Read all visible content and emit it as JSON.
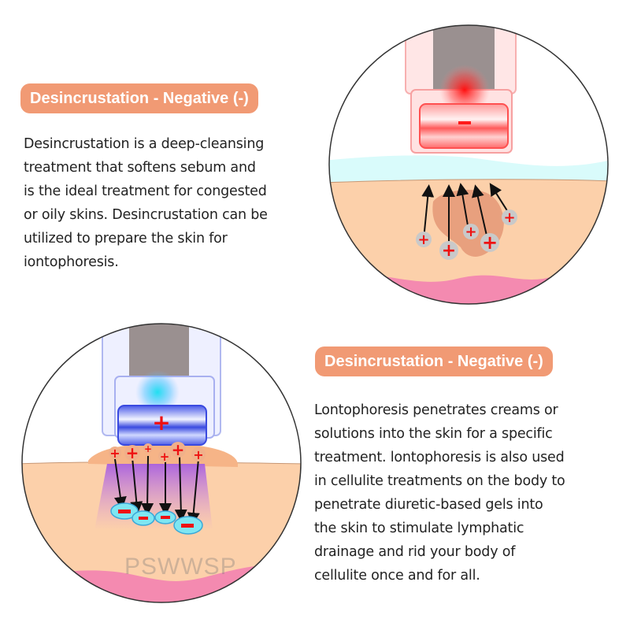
{
  "section1": {
    "title": "Desincrustation - Negative (-)",
    "lines": [
      "Desincrustation is a deep-cleansing",
      "treatment that softens sebum and",
      "is the ideal treatment for congested",
      "or oily skins. Desincrustation can be",
      "utilized to prepare the skin for",
      "iontophoresis."
    ],
    "illustration": {
      "device_light": "red",
      "roller_symbol": "−",
      "particle_symbol": "+",
      "colors": {
        "light": "#ff2a2a",
        "skin": "#fcd0aa",
        "gel": "#d9fbfb",
        "dermis": "#f48ab0",
        "pore": "#e8a07e"
      }
    }
  },
  "section2": {
    "title": "Desincrustation - Negative (-)",
    "lines": [
      "Lontophoresis penetrates creams or",
      "solutions into the skin for a specific",
      "treatment. lontophoresis is also used",
      "in cellulite treatments on the body to",
      "penetrate diuretic-based gels into",
      "the skin to stimulate lymphatic",
      "drainage and rid your body of",
      "cellulite once and for all."
    ],
    "illustration": {
      "device_light": "blue",
      "roller_symbol": "+",
      "particle_symbol": "+",
      "target_symbol": "−",
      "colors": {
        "light": "#2de0f0",
        "skin": "#fcd0aa",
        "gel": "#f6b487",
        "beam": "#b36de0",
        "target": "#7fe6f2",
        "dermis": "#f48ab0"
      }
    }
  },
  "watermark": "PSWWSP",
  "accent_color": "#f19a74"
}
